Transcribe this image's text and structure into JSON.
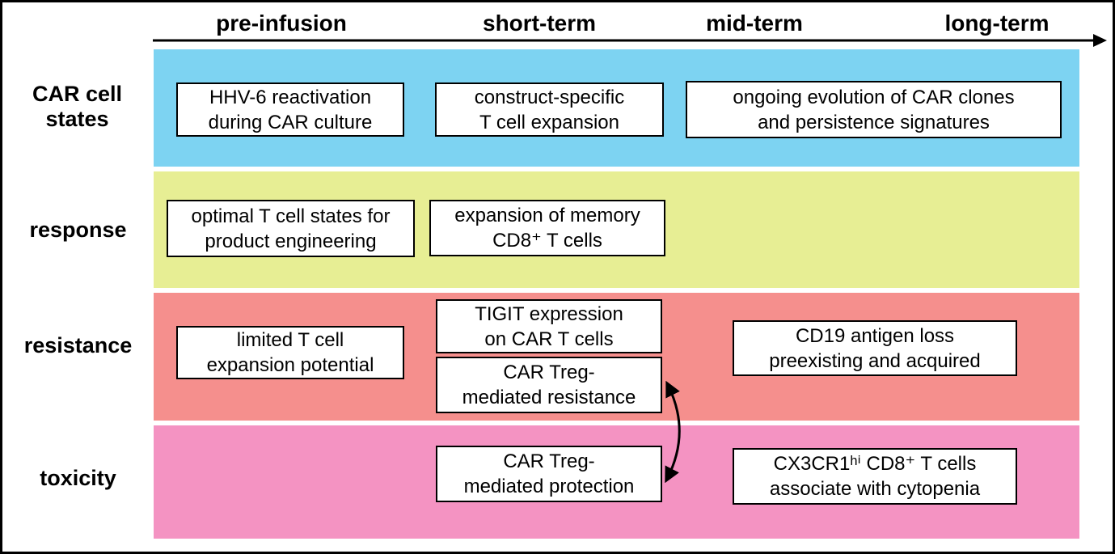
{
  "timeline": {
    "labels": [
      "pre-infusion",
      "short-term",
      "mid-term",
      "long-term"
    ]
  },
  "rows": [
    {
      "label": "CAR cell states",
      "color": "#7DD3F2",
      "boxes": [
        {
          "lines": [
            "HHV-6 reactivation",
            "during CAR culture"
          ]
        },
        {
          "lines": [
            "construct-specific",
            "T cell expansion"
          ]
        },
        {
          "lines": [
            "ongoing evolution of CAR clones",
            "and persistence signatures"
          ]
        }
      ]
    },
    {
      "label": "response",
      "color": "#E7EE94",
      "boxes": [
        {
          "lines": [
            "optimal T cell states for",
            "product engineering"
          ]
        },
        {
          "lines": [
            "expansion of memory",
            "CD8⁺ T cells"
          ]
        }
      ]
    },
    {
      "label": "resistance",
      "color": "#F58F8D",
      "boxes": [
        {
          "lines": [
            "limited T cell",
            "expansion potential"
          ]
        },
        {
          "lines": [
            "TIGIT expression",
            "on CAR T cells"
          ]
        },
        {
          "lines": [
            "CAR Treg-",
            "mediated resistance"
          ]
        },
        {
          "lines": [
            "CD19 antigen loss",
            "preexisting and acquired"
          ]
        }
      ]
    },
    {
      "label": "toxicity",
      "color": "#F493C2",
      "boxes": [
        {
          "lines": [
            "CAR Treg-",
            "mediated protection"
          ]
        },
        {
          "lines": [
            "CX3CR1ʰⁱ CD8⁺ T cells",
            "associate with cytopenia"
          ]
        }
      ]
    }
  ]
}
